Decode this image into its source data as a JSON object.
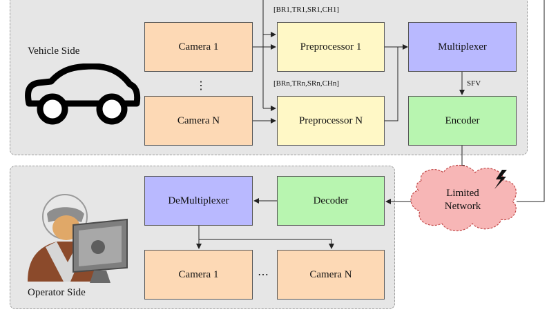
{
  "vehicle": {
    "side_label": "Vehicle Side",
    "camera_1": "Camera 1",
    "camera_n": "Camera N",
    "vertical_dots": "⋮",
    "preprocessor_1": "Preprocessor 1",
    "preprocessor_n": "Preprocessor N",
    "params_1": "[BR1,TR1,SR1,CH1]",
    "params_n": "[BRn,TRn,SRn,CHn]",
    "multiplexer": "Multiplexer",
    "sfv": "SFV",
    "encoder": "Encoder"
  },
  "network": {
    "label_line1": "Limited",
    "label_line2": "Network"
  },
  "operator": {
    "side_label": "Operator Side",
    "demultiplexer": "DeMultiplexer",
    "decoder": "Decoder",
    "camera_1": "Camera 1",
    "camera_n": "Camera N",
    "horizontal_dots": "⋯"
  },
  "colors": {
    "camera": "#fdd9b5",
    "preprocessor": "#fff8c6",
    "multiplexer": "#b9b9ff",
    "coder": "#b8f5b0",
    "network": "#f7b6b6",
    "panel": "#e6e6e6"
  },
  "icons": [
    "car-icon",
    "operator-icon",
    "lightning-icon"
  ]
}
